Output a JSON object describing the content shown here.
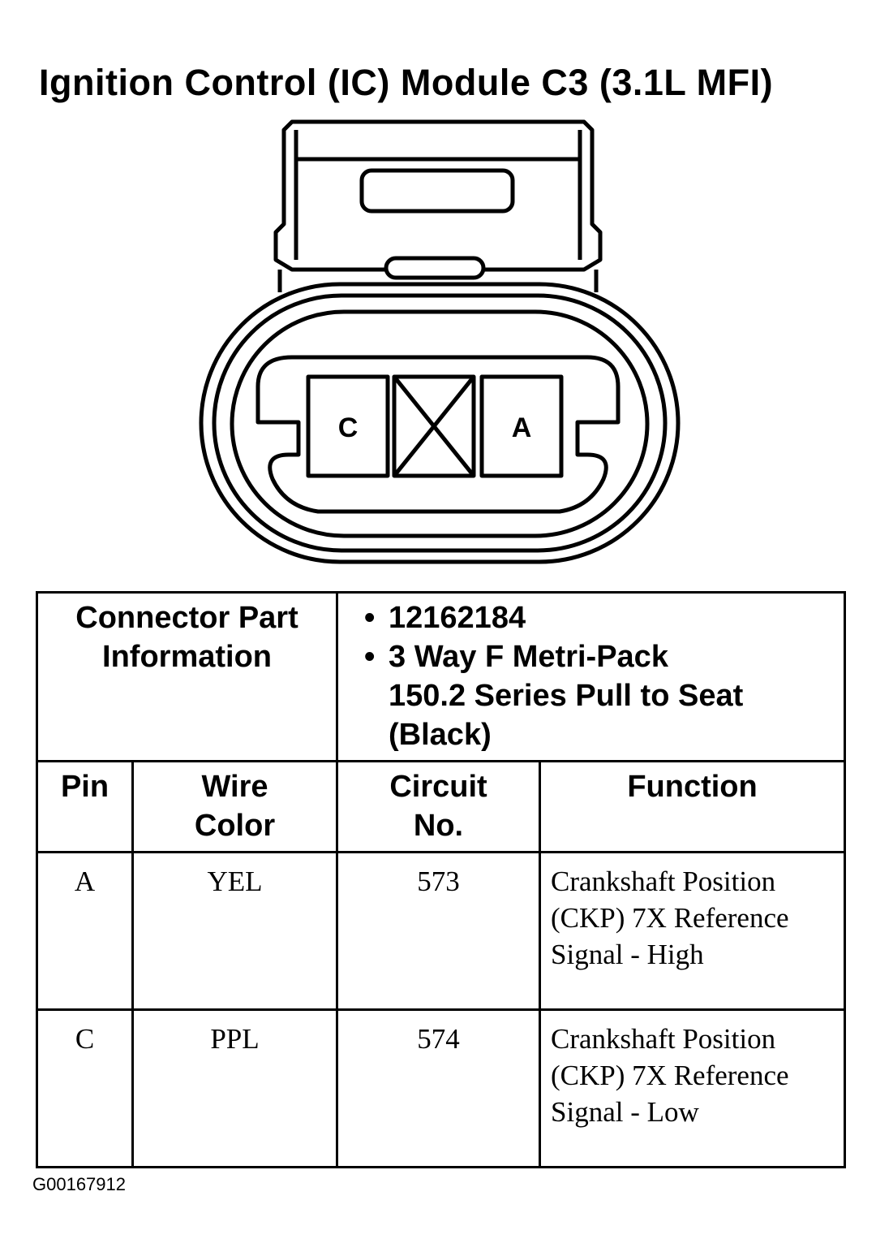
{
  "title": "Ignition Control (IC) Module C3 (3.1L MFI)",
  "connector": {
    "pin_left": "C",
    "pin_right": "A"
  },
  "part_info": {
    "label_line1": "Connector Part",
    "label_line2": "Information",
    "items": [
      "12162184",
      "3 Way F Metri-Pack 150.2 Series Pull to Seat (Black)"
    ]
  },
  "columns": {
    "pin": "Pin",
    "wire_color_line1": "Wire",
    "wire_color_line2": "Color",
    "circuit_line1": "Circuit",
    "circuit_line2": "No.",
    "function": "Function"
  },
  "rows": [
    {
      "pin": "A",
      "wire_color": "YEL",
      "circuit": "573",
      "function": "Crankshaft Position (CKP) 7X Reference Signal - High"
    },
    {
      "pin": "C",
      "wire_color": "PPL",
      "circuit": "574",
      "function": "Crankshaft Position (CKP) 7X Reference Signal - Low"
    }
  ],
  "figure_id": "G00167912"
}
